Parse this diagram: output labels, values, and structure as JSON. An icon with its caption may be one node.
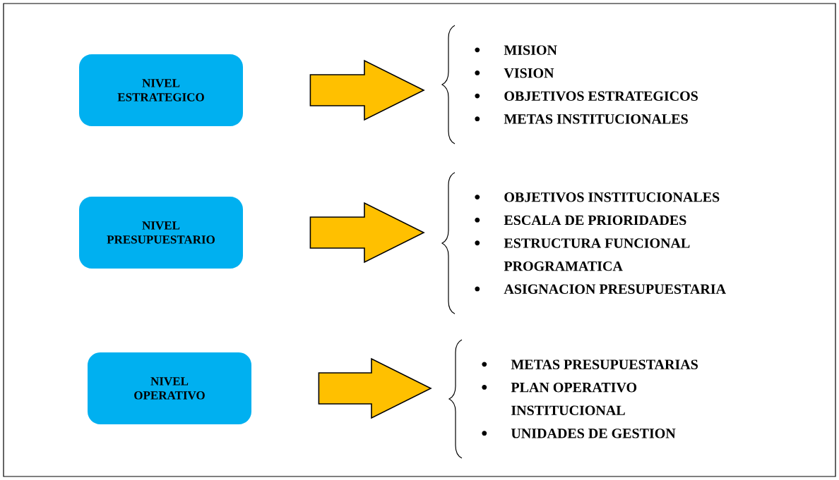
{
  "diagram": {
    "nodes": [
      {
        "text": [
          "NIVEL ESTRATEGICO"
        ]
      },
      {
        "text": [
          "MISION",
          "VISION",
          "OBJETIVOS ESTRATEGICOS",
          "METAS INSTITUCIONALES"
        ]
      },
      {
        "text": [
          "NIVEL PRESUPUESTARIO"
        ]
      },
      {
        "text": [
          "OBJETIVOS INSTITUCIONALES",
          "ESCALA DE PRIORIDADES",
          "ESTRUCTURA FUNCIONAL PROGRAMATICA",
          "ASIGNACION PRESUPUESTARIA"
        ]
      },
      {
        "text": [
          "NIVEL OPERATIVO"
        ]
      },
      {
        "text": [
          "METAS PRESUPUESTARIAS",
          "PLAN OPERATIVO INSTITUCIONAL",
          "UNIDADES DE GESTION"
        ]
      }
    ],
    "edges": [
      {
        "from": 0,
        "to": 1,
        "arrow": "to",
        "style": "thick"
      },
      {
        "from": 2,
        "to": 3,
        "arrow": "to",
        "style": "thick"
      },
      {
        "from": 4,
        "to": 5,
        "arrow": "to",
        "style": "thick"
      }
    ]
  }
}
